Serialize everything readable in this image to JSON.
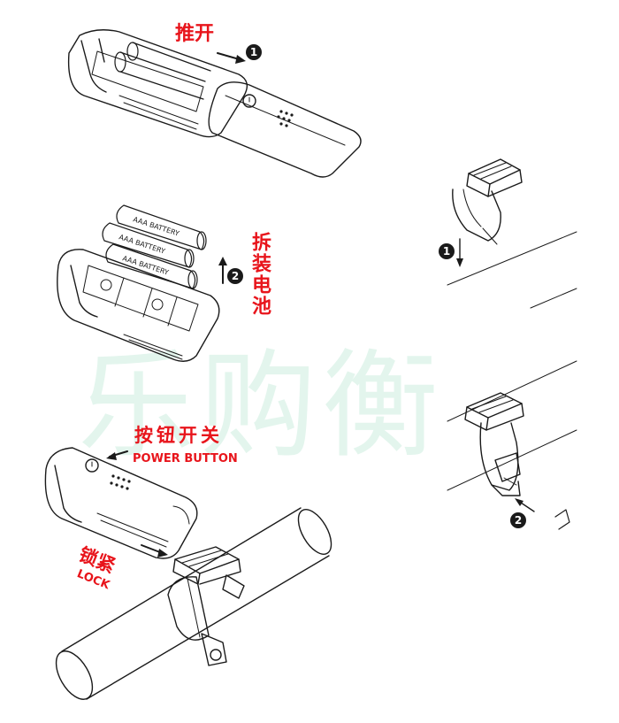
{
  "watermark": "乐购衡",
  "labels": {
    "push_open": "推开",
    "remove_battery": "拆装电池",
    "button_switch": "按钮开关",
    "power_button": "POWER BUTTON",
    "lock_cn": "锁紧",
    "lock_en": "LOCK"
  },
  "battery_text": "AAA BATTERY",
  "steps": {
    "push": "1",
    "battery": "2",
    "mount_1": "1",
    "mount_2": "2"
  },
  "colors": {
    "label": "#e8141b",
    "line": "#1a1a1a",
    "watermark": "#cdeee0"
  }
}
